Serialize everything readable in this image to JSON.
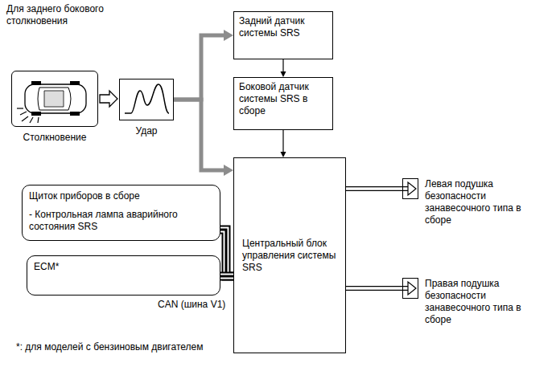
{
  "diagram": {
    "nodes": [
      {
        "text": [
          "Столкновение"
        ]
      },
      {
        "text": [
          "Удар"
        ]
      },
      {
        "text": [
          "Задний датчик системы SRS"
        ]
      },
      {
        "text": [
          "Боковой датчик системы SRS в сборе"
        ]
      },
      {
        "text": [
          "Щиток приборов в сборе",
          "- Контрольная лампа аварийного состояния SRS"
        ]
      },
      {
        "text": [
          "ECM*"
        ]
      },
      {
        "text": [
          "Центральный блок управления системы SRS"
        ]
      },
      {
        "text": [
          "Левая подушка безопасности занавесочного типа в сборе"
        ]
      },
      {
        "text": [
          "Правая подушка безопасности занавесочного типа в сборе"
        ]
      }
    ],
    "edges": [
      {
        "from": 0,
        "to": 1,
        "arrow": "to"
      },
      {
        "from": 1,
        "to": 2,
        "arrow": "to"
      },
      {
        "from": 1,
        "to": 6,
        "arrow": "to"
      },
      {
        "from": 2,
        "to": 3,
        "arrow": "to"
      },
      {
        "from": 3,
        "to": 6,
        "arrow": "to"
      },
      {
        "from": 4,
        "to": 6,
        "arrow": "none"
      },
      {
        "from": 5,
        "to": 6,
        "arrow": "none"
      },
      {
        "from": 6,
        "to": 7,
        "arrow": "to"
      },
      {
        "from": 6,
        "to": 8,
        "arrow": "to"
      }
    ],
    "labels": [
      "Для заднего бокового столкновения",
      "CAN (шина V1)",
      "*: для моделей с бензиновым двигателем"
    ]
  }
}
